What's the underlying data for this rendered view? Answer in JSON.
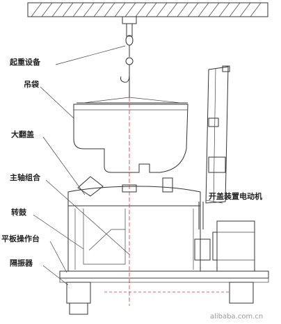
{
  "labels": {
    "lifting_equipment": "起重设备",
    "hanging_bag": "吊袋",
    "large_flip_cover": "大翻盖",
    "main_shaft_assembly": "主轴组合",
    "rotating_drum": "转鼓",
    "flat_plate_operating_platform": "平板操作台",
    "vibration_isolator": "隔振器",
    "cover_opening_device_motor": "开盖装置电动机"
  },
  "watermark": "alibaba.com.cn"
}
